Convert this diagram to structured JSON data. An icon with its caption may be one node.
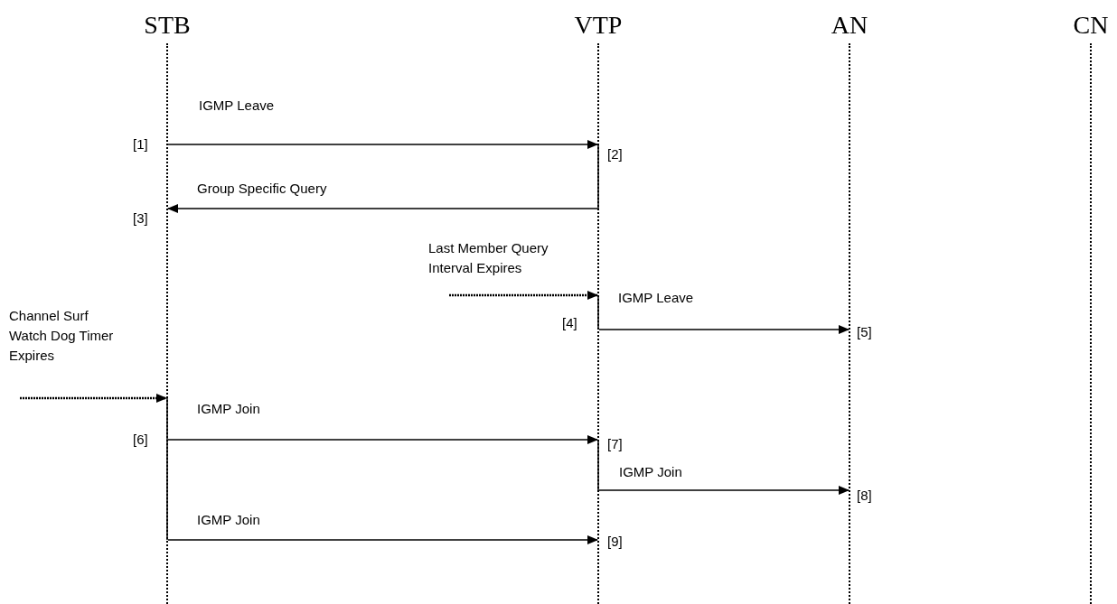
{
  "diagram": {
    "nodes": [
      {
        "text": [
          "STB"
        ]
      },
      {
        "text": [
          "VTP"
        ]
      },
      {
        "text": [
          "AN"
        ]
      },
      {
        "text": [
          "CN"
        ]
      },
      {
        "text": [
          "Last Member Query Interval Expires"
        ]
      },
      {
        "text": [
          "Channel Surf Watch Dog Timer Expires"
        ]
      }
    ],
    "edges": [
      {
        "from": 0,
        "to": 1,
        "arrow": "to",
        "label": "IGMP Leave"
      },
      {
        "from": 1,
        "to": 0,
        "arrow": "to",
        "label": "Group Specific Query"
      },
      {
        "from": 4,
        "to": 1,
        "arrow": "to",
        "style": "dashed"
      },
      {
        "from": 1,
        "to": 2,
        "arrow": "to",
        "label": "IGMP Leave"
      },
      {
        "from": 5,
        "to": 0,
        "arrow": "to",
        "style": "dashed"
      },
      {
        "from": 0,
        "to": 1,
        "arrow": "to",
        "label": "IGMP Join"
      },
      {
        "from": 1,
        "to": 2,
        "arrow": "to",
        "label": "IGMP Join"
      },
      {
        "from": 0,
        "to": 1,
        "arrow": "to",
        "label": "IGMP Join"
      }
    ],
    "labels": [
      "[1]",
      "[2]",
      "[3]",
      "[4]",
      "[5]",
      "[6]",
      "[7]",
      "[8]",
      "[9]"
    ]
  }
}
